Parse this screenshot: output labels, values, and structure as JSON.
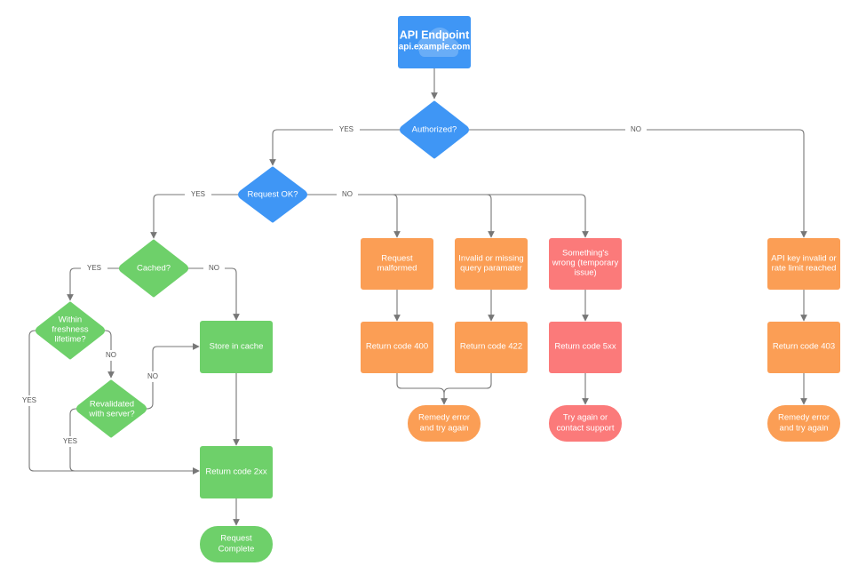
{
  "colors": {
    "blue": "#3f96f5",
    "green": "#6ed06a",
    "orange": "#fb9e55",
    "red": "#fb7a7a",
    "edge": "#777777"
  },
  "nodes": {
    "api_endpoint": {
      "title": "API Endpoint",
      "subtitle": "api.example.com",
      "icon": "cloud-icon"
    },
    "authorized": {
      "label": "Authorized?"
    },
    "request_ok": {
      "label": "Request OK?"
    },
    "cached": {
      "label": "Cached?"
    },
    "within_freshness": {
      "lines": [
        "Within",
        "freshness",
        "lifetime?"
      ]
    },
    "revalidated": {
      "lines": [
        "Revalidated",
        "with server?"
      ]
    },
    "store_cache": {
      "label": "Store in cache"
    },
    "return_2xx": {
      "label": "Return code 2xx"
    },
    "request_complete": {
      "lines": [
        "Request",
        "Complete"
      ]
    },
    "request_malformed": {
      "lines": [
        "Request",
        "malformed"
      ]
    },
    "invalid_param": {
      "lines": [
        "Invalid or missing",
        "query paramater"
      ]
    },
    "something_wrong": {
      "lines": [
        "Something's",
        "wrong (temporary",
        "issue)"
      ]
    },
    "api_key_invalid": {
      "lines": [
        "API key invalid or",
        "rate limit reached"
      ]
    },
    "return_400": {
      "label": "Return code 400"
    },
    "return_422": {
      "label": "Return code 422"
    },
    "return_5xx": {
      "label": "Return code 5xx"
    },
    "return_403": {
      "label": "Return code 403"
    },
    "remedy_left": {
      "lines": [
        "Remedy error",
        "and try again"
      ]
    },
    "try_again": {
      "lines": [
        "Try again or",
        "contact support"
      ]
    },
    "remedy_right": {
      "lines": [
        "Remedy error",
        "and try again"
      ]
    }
  },
  "edge_labels": {
    "auth_yes": "YES",
    "auth_no": "NO",
    "reqok_yes": "YES",
    "reqok_no": "NO",
    "cached_yes": "YES",
    "cached_no": "NO",
    "fresh_no": "NO",
    "fresh_yes": "YES",
    "reval_no": "NO",
    "reval_yes": "YES"
  }
}
